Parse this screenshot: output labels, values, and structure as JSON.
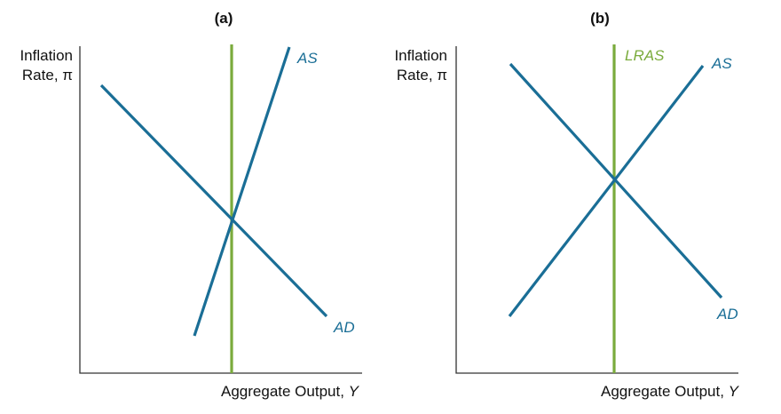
{
  "colors": {
    "blue_curve": "#1a6e96",
    "green_curve": "#7aab3c",
    "axis": "#333333",
    "text": "#111111"
  },
  "panels": [
    {
      "title": "(a)",
      "y_axis_label_line1": "Inflation",
      "y_axis_label_line2": "Rate, π",
      "x_axis_label_text": "Aggregate Output, ",
      "x_axis_label_var": "Y",
      "curves": [
        {
          "label": "AS",
          "kind": "upward-steep",
          "color": "#1a6e96"
        },
        {
          "label": "AD",
          "kind": "downward",
          "color": "#1a6e96"
        },
        {
          "label": "",
          "kind": "vertical",
          "color": "#7aab3c"
        }
      ]
    },
    {
      "title": "(b)",
      "y_axis_label_line1": "Inflation",
      "y_axis_label_line2": "Rate, π",
      "x_axis_label_text": "Aggregate Output, ",
      "x_axis_label_var": "Y",
      "curves": [
        {
          "label": "LRAS",
          "kind": "vertical",
          "color": "#7aab3c"
        },
        {
          "label": "AS",
          "kind": "upward",
          "color": "#1a6e96"
        },
        {
          "label": "AD",
          "kind": "downward",
          "color": "#1a6e96"
        }
      ]
    }
  ]
}
